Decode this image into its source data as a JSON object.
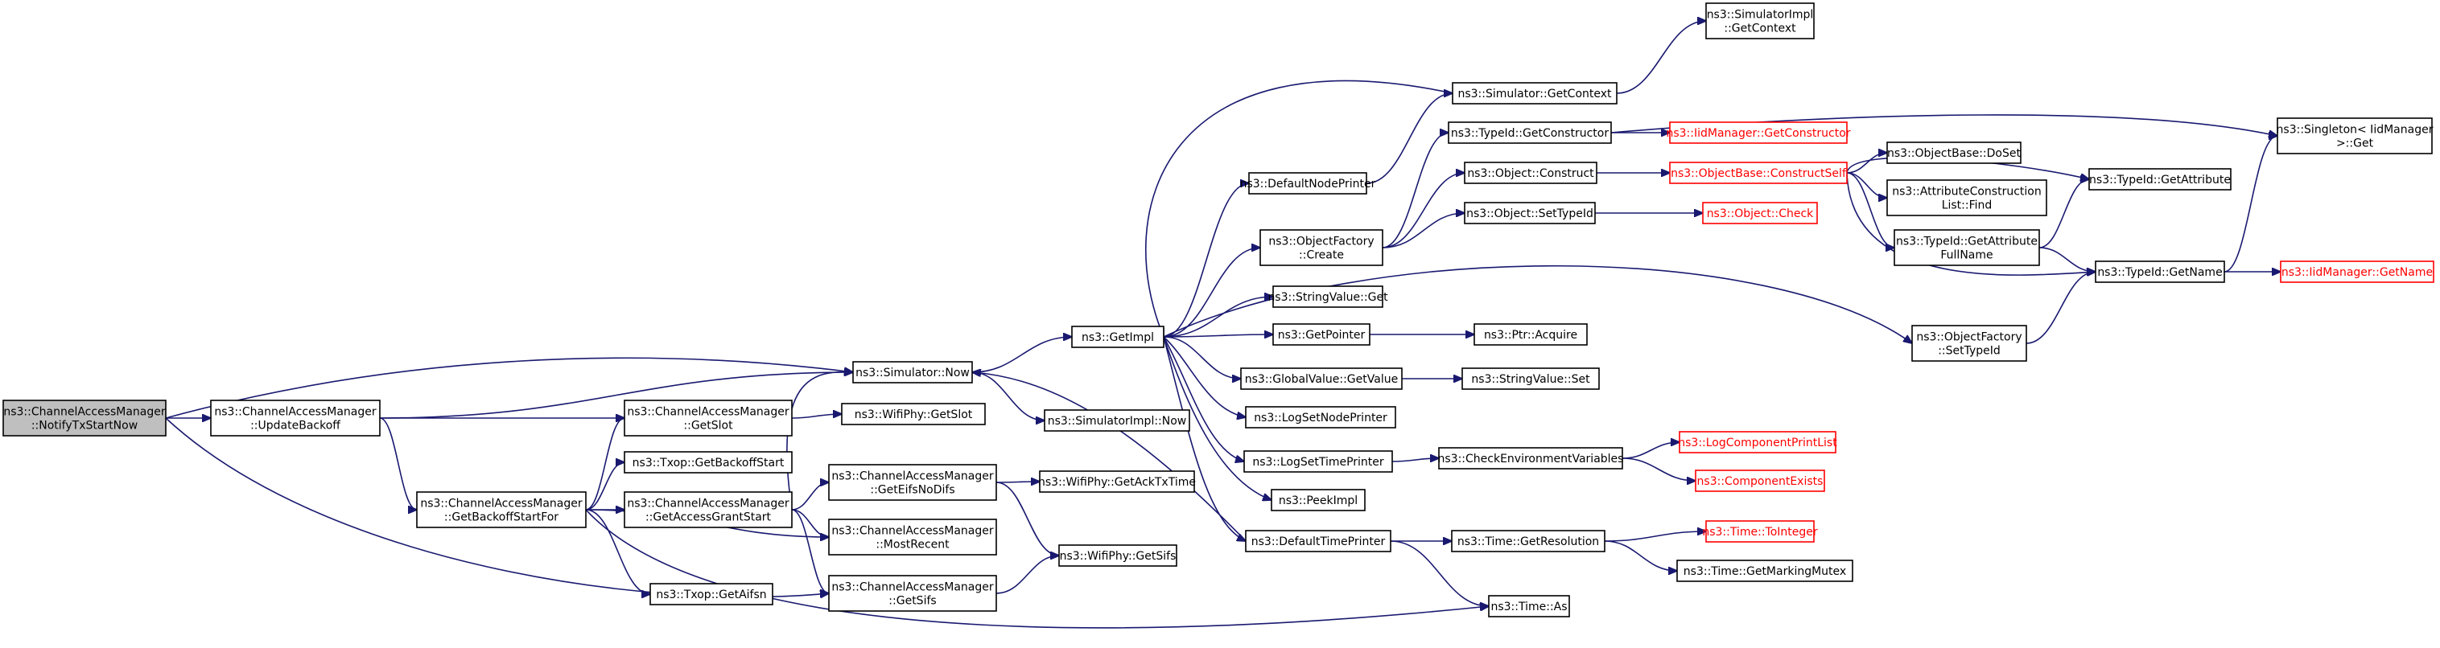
{
  "nodes": [
    {
      "id": "n0",
      "lines": [
        "ns3::ChannelAccessManager",
        "::NotifyTxStartNow"
      ],
      "style": "root"
    },
    {
      "id": "n1",
      "lines": [
        "ns3::ChannelAccessManager",
        "::UpdateBackoff"
      ],
      "style": "normal"
    },
    {
      "id": "n2",
      "lines": [
        "ns3::Simulator::Now"
      ],
      "style": "normal"
    },
    {
      "id": "n3",
      "lines": [
        "ns3::ChannelAccessManager",
        "::GetSlot"
      ],
      "style": "normal"
    },
    {
      "id": "n4",
      "lines": [
        "ns3::ChannelAccessManager",
        "::GetBackoffStartFor"
      ],
      "style": "normal"
    },
    {
      "id": "n5",
      "lines": [
        "ns3::Txop::GetBackoffStart"
      ],
      "style": "normal"
    },
    {
      "id": "n6",
      "lines": [
        "ns3::ChannelAccessManager",
        "::GetAccessGrantStart"
      ],
      "style": "normal"
    },
    {
      "id": "n7",
      "lines": [
        "ns3::Txop::GetAifsn"
      ],
      "style": "normal"
    },
    {
      "id": "n8",
      "lines": [
        "ns3::ChannelAccessManager",
        "::GetEifsNoDifs"
      ],
      "style": "normal"
    },
    {
      "id": "n9",
      "lines": [
        "ns3::ChannelAccessManager",
        "::MostRecent"
      ],
      "style": "normal"
    },
    {
      "id": "n10",
      "lines": [
        "ns3::ChannelAccessManager",
        "::GetSifs"
      ],
      "style": "normal"
    },
    {
      "id": "n11",
      "lines": [
        "ns3::WifiPhy::GetSlot"
      ],
      "style": "normal"
    },
    {
      "id": "n12",
      "lines": [
        "ns3::SimulatorImpl::Now"
      ],
      "style": "normal"
    },
    {
      "id": "n13",
      "lines": [
        "ns3::WifiPhy::GetAckTxTime"
      ],
      "style": "normal"
    },
    {
      "id": "n14",
      "lines": [
        "ns3::WifiPhy::GetSifs"
      ],
      "style": "normal"
    },
    {
      "id": "n15",
      "lines": [
        "ns3::GetImpl"
      ],
      "style": "normal"
    },
    {
      "id": "n16",
      "lines": [
        "ns3::DefaultNodePrinter"
      ],
      "style": "normal"
    },
    {
      "id": "n17",
      "lines": [
        "ns3::ObjectFactory",
        "::Create"
      ],
      "style": "normal"
    },
    {
      "id": "n18",
      "lines": [
        "ns3::StringValue::Get"
      ],
      "style": "normal"
    },
    {
      "id": "n19",
      "lines": [
        "ns3::GetPointer"
      ],
      "style": "normal"
    },
    {
      "id": "n20",
      "lines": [
        "ns3::GlobalValue::GetValue"
      ],
      "style": "normal"
    },
    {
      "id": "n21",
      "lines": [
        "ns3::LogSetNodePrinter"
      ],
      "style": "normal"
    },
    {
      "id": "n22",
      "lines": [
        "ns3::LogSetTimePrinter"
      ],
      "style": "normal"
    },
    {
      "id": "n23",
      "lines": [
        "ns3::PeekImpl"
      ],
      "style": "normal"
    },
    {
      "id": "n24",
      "lines": [
        "ns3::DefaultTimePrinter"
      ],
      "style": "normal"
    },
    {
      "id": "n25",
      "lines": [
        "ns3::Simulator::GetContext"
      ],
      "style": "normal"
    },
    {
      "id": "n26",
      "lines": [
        "ns3::TypeId::GetConstructor"
      ],
      "style": "normal"
    },
    {
      "id": "n27",
      "lines": [
        "ns3::Object::Construct"
      ],
      "style": "normal"
    },
    {
      "id": "n28",
      "lines": [
        "ns3::Object::SetTypeId"
      ],
      "style": "normal"
    },
    {
      "id": "n29",
      "lines": [
        "ns3::Ptr::Acquire"
      ],
      "style": "normal"
    },
    {
      "id": "n30",
      "lines": [
        "ns3::StringValue::Set"
      ],
      "style": "normal"
    },
    {
      "id": "n31",
      "lines": [
        "ns3::CheckEnvironmentVariables"
      ],
      "style": "normal"
    },
    {
      "id": "n32",
      "lines": [
        "ns3::Time::GetResolution"
      ],
      "style": "normal"
    },
    {
      "id": "n33",
      "lines": [
        "ns3::Time::As"
      ],
      "style": "normal"
    },
    {
      "id": "n34",
      "lines": [
        "ns3::SimulatorImpl",
        "::GetContext"
      ],
      "style": "normal"
    },
    {
      "id": "n35",
      "lines": [
        "ns3::IidManager::GetConstructor"
      ],
      "style": "red"
    },
    {
      "id": "n36",
      "lines": [
        "ns3::ObjectBase::ConstructSelf"
      ],
      "style": "red"
    },
    {
      "id": "n37",
      "lines": [
        "ns3::Object::Check"
      ],
      "style": "red"
    },
    {
      "id": "n38",
      "lines": [
        "ns3::LogComponentPrintList"
      ],
      "style": "red"
    },
    {
      "id": "n39",
      "lines": [
        "ns3::ComponentExists"
      ],
      "style": "red"
    },
    {
      "id": "n40",
      "lines": [
        "ns3::Time::ToInteger"
      ],
      "style": "red"
    },
    {
      "id": "n41",
      "lines": [
        "ns3::Time::GetMarkingMutex"
      ],
      "style": "normal"
    },
    {
      "id": "n42",
      "lines": [
        "ns3::ObjectBase::DoSet"
      ],
      "style": "normal"
    },
    {
      "id": "n43",
      "lines": [
        "ns3::AttributeConstruction",
        "List::Find"
      ],
      "style": "normal"
    },
    {
      "id": "n44",
      "lines": [
        "ns3::TypeId::GetAttribute",
        "FullName"
      ],
      "style": "normal"
    },
    {
      "id": "n45",
      "lines": [
        "ns3::TypeId::GetAttribute"
      ],
      "style": "normal"
    },
    {
      "id": "n46",
      "lines": [
        "ns3::TypeId::GetName"
      ],
      "style": "normal"
    },
    {
      "id": "n47",
      "lines": [
        "ns3::ObjectFactory",
        "::SetTypeId"
      ],
      "style": "normal"
    },
    {
      "id": "n48",
      "lines": [
        "ns3::Singleton< IidManager",
        " >::Get"
      ],
      "style": "normal"
    },
    {
      "id": "n49",
      "lines": [
        "ns3::IidManager::GetName"
      ],
      "style": "red"
    }
  ],
  "edges": [
    [
      "n0",
      "n1"
    ],
    [
      "n0",
      "n2"
    ],
    [
      "n0",
      "n10"
    ],
    [
      "n1",
      "n2"
    ],
    [
      "n1",
      "n3"
    ],
    [
      "n1",
      "n4"
    ],
    [
      "n3",
      "n11"
    ],
    [
      "n4",
      "n3"
    ],
    [
      "n4",
      "n5"
    ],
    [
      "n4",
      "n6"
    ],
    [
      "n4",
      "n7"
    ],
    [
      "n4",
      "n9"
    ],
    [
      "n4",
      "n33"
    ],
    [
      "n6",
      "n2"
    ],
    [
      "n6",
      "n8"
    ],
    [
      "n6",
      "n9"
    ],
    [
      "n6",
      "n10"
    ],
    [
      "n8",
      "n13"
    ],
    [
      "n8",
      "n14"
    ],
    [
      "n10",
      "n14"
    ],
    [
      "n2",
      "n12"
    ],
    [
      "n2",
      "n15"
    ],
    [
      "n15",
      "n16"
    ],
    [
      "n15",
      "n17"
    ],
    [
      "n15",
      "n18"
    ],
    [
      "n15",
      "n19"
    ],
    [
      "n15",
      "n20"
    ],
    [
      "n15",
      "n21"
    ],
    [
      "n15",
      "n22"
    ],
    [
      "n15",
      "n23"
    ],
    [
      "n15",
      "n24"
    ],
    [
      "n15",
      "n47"
    ],
    [
      "n16",
      "n25"
    ],
    [
      "n25",
      "n15"
    ],
    [
      "n25",
      "n34"
    ],
    [
      "n17",
      "n26"
    ],
    [
      "n17",
      "n27"
    ],
    [
      "n17",
      "n28"
    ],
    [
      "n26",
      "n35"
    ],
    [
      "n26",
      "n48"
    ],
    [
      "n27",
      "n36"
    ],
    [
      "n28",
      "n37"
    ],
    [
      "n36",
      "n42"
    ],
    [
      "n36",
      "n43"
    ],
    [
      "n36",
      "n44"
    ],
    [
      "n36",
      "n45"
    ],
    [
      "n36",
      "n46"
    ],
    [
      "n44",
      "n45"
    ],
    [
      "n44",
      "n46"
    ],
    [
      "n46",
      "n48"
    ],
    [
      "n46",
      "n49"
    ],
    [
      "n47",
      "n46"
    ],
    [
      "n19",
      "n29"
    ],
    [
      "n20",
      "n30"
    ],
    [
      "n22",
      "n31"
    ],
    [
      "n31",
      "n38"
    ],
    [
      "n31",
      "n39"
    ],
    [
      "n24",
      "n2"
    ],
    [
      "n24",
      "n32"
    ],
    [
      "n24",
      "n33"
    ],
    [
      "n32",
      "n40"
    ],
    [
      "n32",
      "n41"
    ]
  ]
}
